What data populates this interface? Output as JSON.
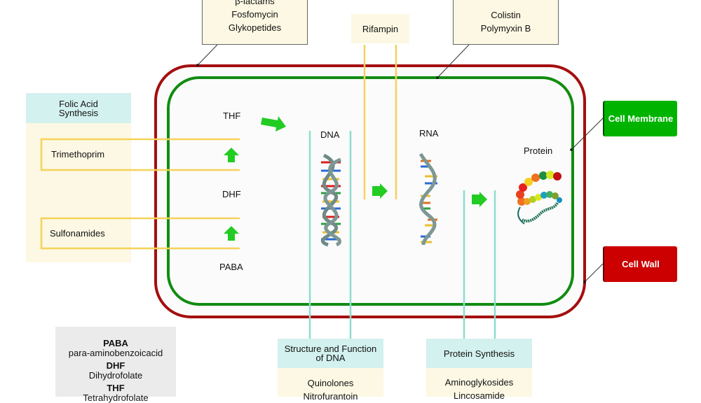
{
  "top_boxes": {
    "cell_wall_drugs": [
      "β-lactams",
      "Fosfomycin",
      "Glykopetides"
    ],
    "rifampin": "Rifampin",
    "membrane_drugs": [
      "Colistin",
      "Polymyxin B"
    ]
  },
  "folic_acid": {
    "header": "Folic Acid Synthesis",
    "header_lines": [
      "Folic Acid",
      "Synthesis"
    ],
    "drugs": [
      "Trimethoprim",
      "Sulfonamides"
    ]
  },
  "pathway_labels": {
    "thf": "THF",
    "dhf": "DHF",
    "paba": "PABA",
    "dna": "DNA",
    "rna": "RNA",
    "protein": "Protein"
  },
  "tags": {
    "cell_membrane": "Cell Membrane",
    "cell_wall": "Cell Wall"
  },
  "dna_box": {
    "header_lines": [
      "Structure and Function",
      "of DNA"
    ],
    "drugs": [
      "Quinolones",
      "Nitrofurantoin"
    ]
  },
  "protein_box": {
    "header": "Protein Synthesis",
    "drugs": [
      "Aminoglykosides",
      "Lincosamide"
    ]
  },
  "legend": {
    "items": [
      {
        "term": "PABA",
        "definition": "para-aminobenzoicacid"
      },
      {
        "term": "DHF",
        "definition": "Dihydrofolate"
      },
      {
        "term": "THF",
        "definition": "Tetrahydrofolate"
      }
    ]
  },
  "colors": {
    "cell_wall": "#a50e0e",
    "cell_membrane": "#118c11",
    "arrow": "#22cc22",
    "folic_line": "#f5d25a",
    "teal_line": "#8fdccd",
    "tag_membrane": "#00b300",
    "tag_wall": "#cc0000"
  }
}
